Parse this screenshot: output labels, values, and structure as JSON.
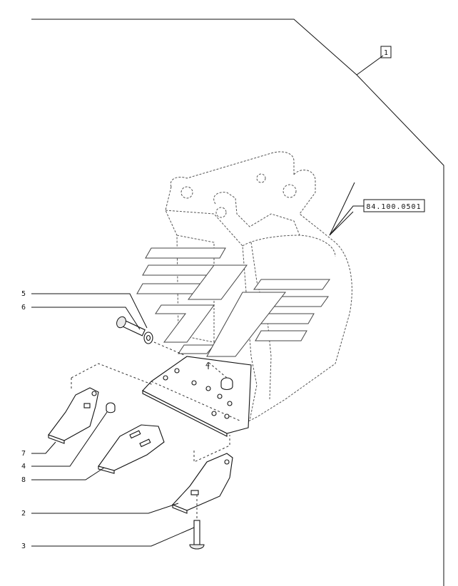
{
  "diagram": {
    "reference_box": "84.100.0501",
    "group_box": "1",
    "callouts": [
      {
        "id": "c5",
        "label": "5"
      },
      {
        "id": "c6",
        "label": "6"
      },
      {
        "id": "c7",
        "label": "7"
      },
      {
        "id": "c4",
        "label": "4"
      },
      {
        "id": "c8",
        "label": "8"
      },
      {
        "id": "c2",
        "label": "2"
      },
      {
        "id": "c3",
        "label": "3"
      },
      {
        "id": "c4b",
        "label": "4"
      }
    ]
  }
}
